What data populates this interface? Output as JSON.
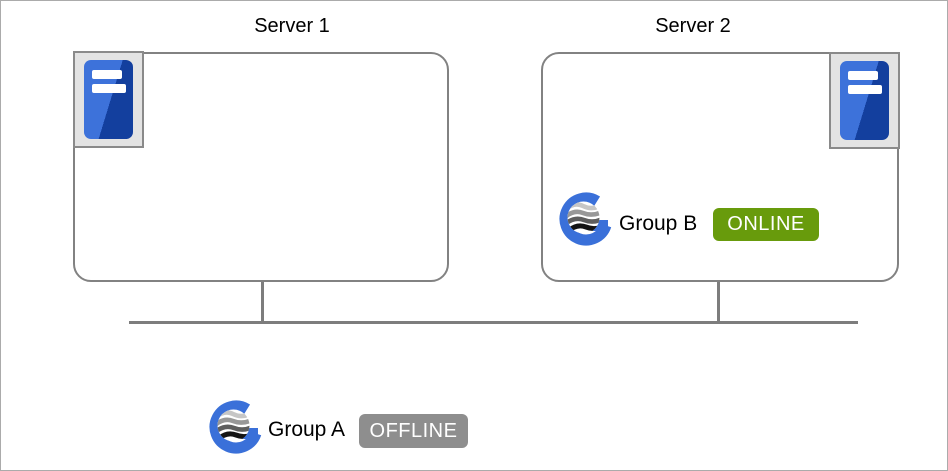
{
  "diagram": {
    "type": "cluster-network-diagram",
    "servers": [
      {
        "title": "Server 1"
      },
      {
        "title": "Server 2"
      }
    ],
    "groups": [
      {
        "name": "Group A",
        "status": "OFFLINE",
        "location": "off-cluster-below-network-line"
      },
      {
        "name": "Group B",
        "status": "ONLINE",
        "location": "inside-server-2"
      }
    ],
    "icons": {
      "server_tower_icon": "blue server tower with two white drive slots in gray frame",
      "group_globe_icon": "blue letter G wrapping a striped globe"
    },
    "colors": {
      "online_badge": "#689b0c",
      "offline_badge": "#8e8e8e",
      "box_border": "#828282",
      "network_line": "#7d7d7d",
      "server_icon_blue_light": "#3d72da",
      "server_icon_blue_dark": "#133f9e",
      "group_icon_blue": "#3a70d9",
      "icon_frame_bg": "#e3e3e3",
      "page_border": "#ababab"
    }
  }
}
